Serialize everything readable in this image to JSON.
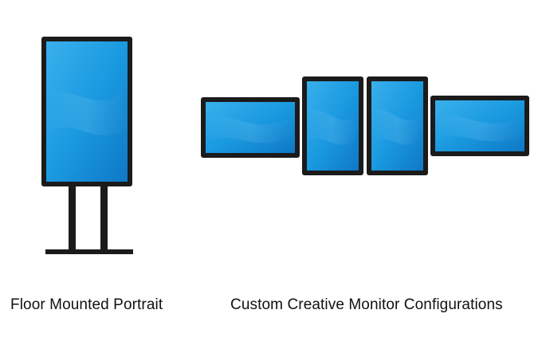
{
  "captions": {
    "left": "Floor Mounted Portrait",
    "right": "Custom Creative Monitor Configurations"
  },
  "colors": {
    "background": "#ffffff",
    "bezel": "#1b1b1b",
    "screen_light": "#3ab0ec",
    "screen_mid": "#1a9ae0",
    "screen_dark": "#0f78c6",
    "stand": "#1b1b1b",
    "text": "#111111"
  },
  "monitors": {
    "floor_portrait": {
      "orientation": "portrait",
      "mount": "floor-stand"
    },
    "config": [
      {
        "orientation": "landscape"
      },
      {
        "orientation": "portrait"
      },
      {
        "orientation": "portrait"
      },
      {
        "orientation": "landscape"
      }
    ]
  }
}
